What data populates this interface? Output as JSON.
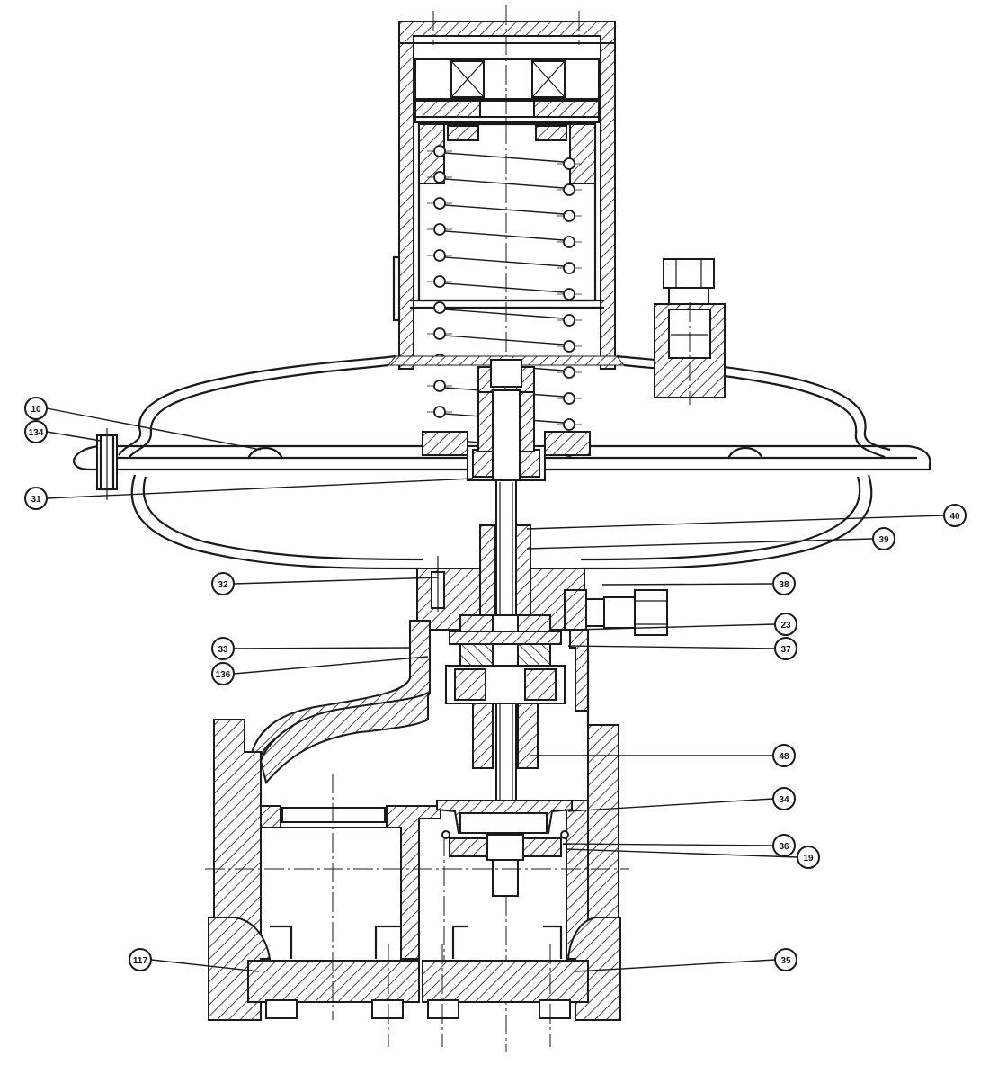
{
  "diagram": {
    "callouts": [
      {
        "id": "c10",
        "label": "10"
      },
      {
        "id": "c134",
        "label": "134"
      },
      {
        "id": "c31",
        "label": "31"
      },
      {
        "id": "c40",
        "label": "40"
      },
      {
        "id": "c39",
        "label": "39"
      },
      {
        "id": "c32",
        "label": "32"
      },
      {
        "id": "c38",
        "label": "38"
      },
      {
        "id": "c23",
        "label": "23"
      },
      {
        "id": "c33",
        "label": "33"
      },
      {
        "id": "c37",
        "label": "37"
      },
      {
        "id": "c136",
        "label": "136"
      },
      {
        "id": "c48",
        "label": "48"
      },
      {
        "id": "c34",
        "label": "34"
      },
      {
        "id": "c36",
        "label": "36"
      },
      {
        "id": "c19",
        "label": "19"
      },
      {
        "id": "c117",
        "label": "117"
      },
      {
        "id": "c35",
        "label": "35"
      }
    ]
  }
}
